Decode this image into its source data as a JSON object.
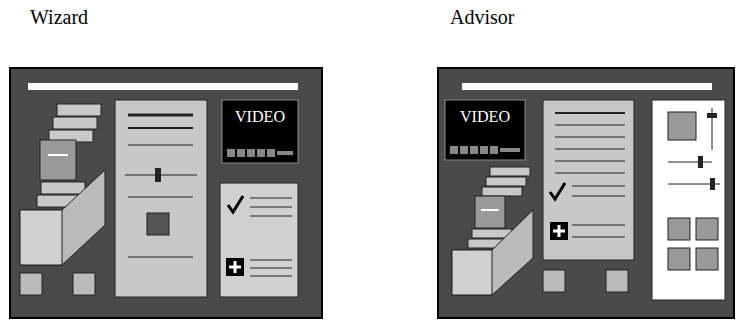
{
  "diagram": {
    "nodes": [
      {
        "text": [
          "Wizard"
        ]
      },
      {
        "text": [
          "VIDEO"
        ],
        "in": 0
      },
      {
        "text": [
          "Advisor"
        ]
      },
      {
        "text": [
          "VIDEO"
        ],
        "in": 2
      }
    ]
  }
}
